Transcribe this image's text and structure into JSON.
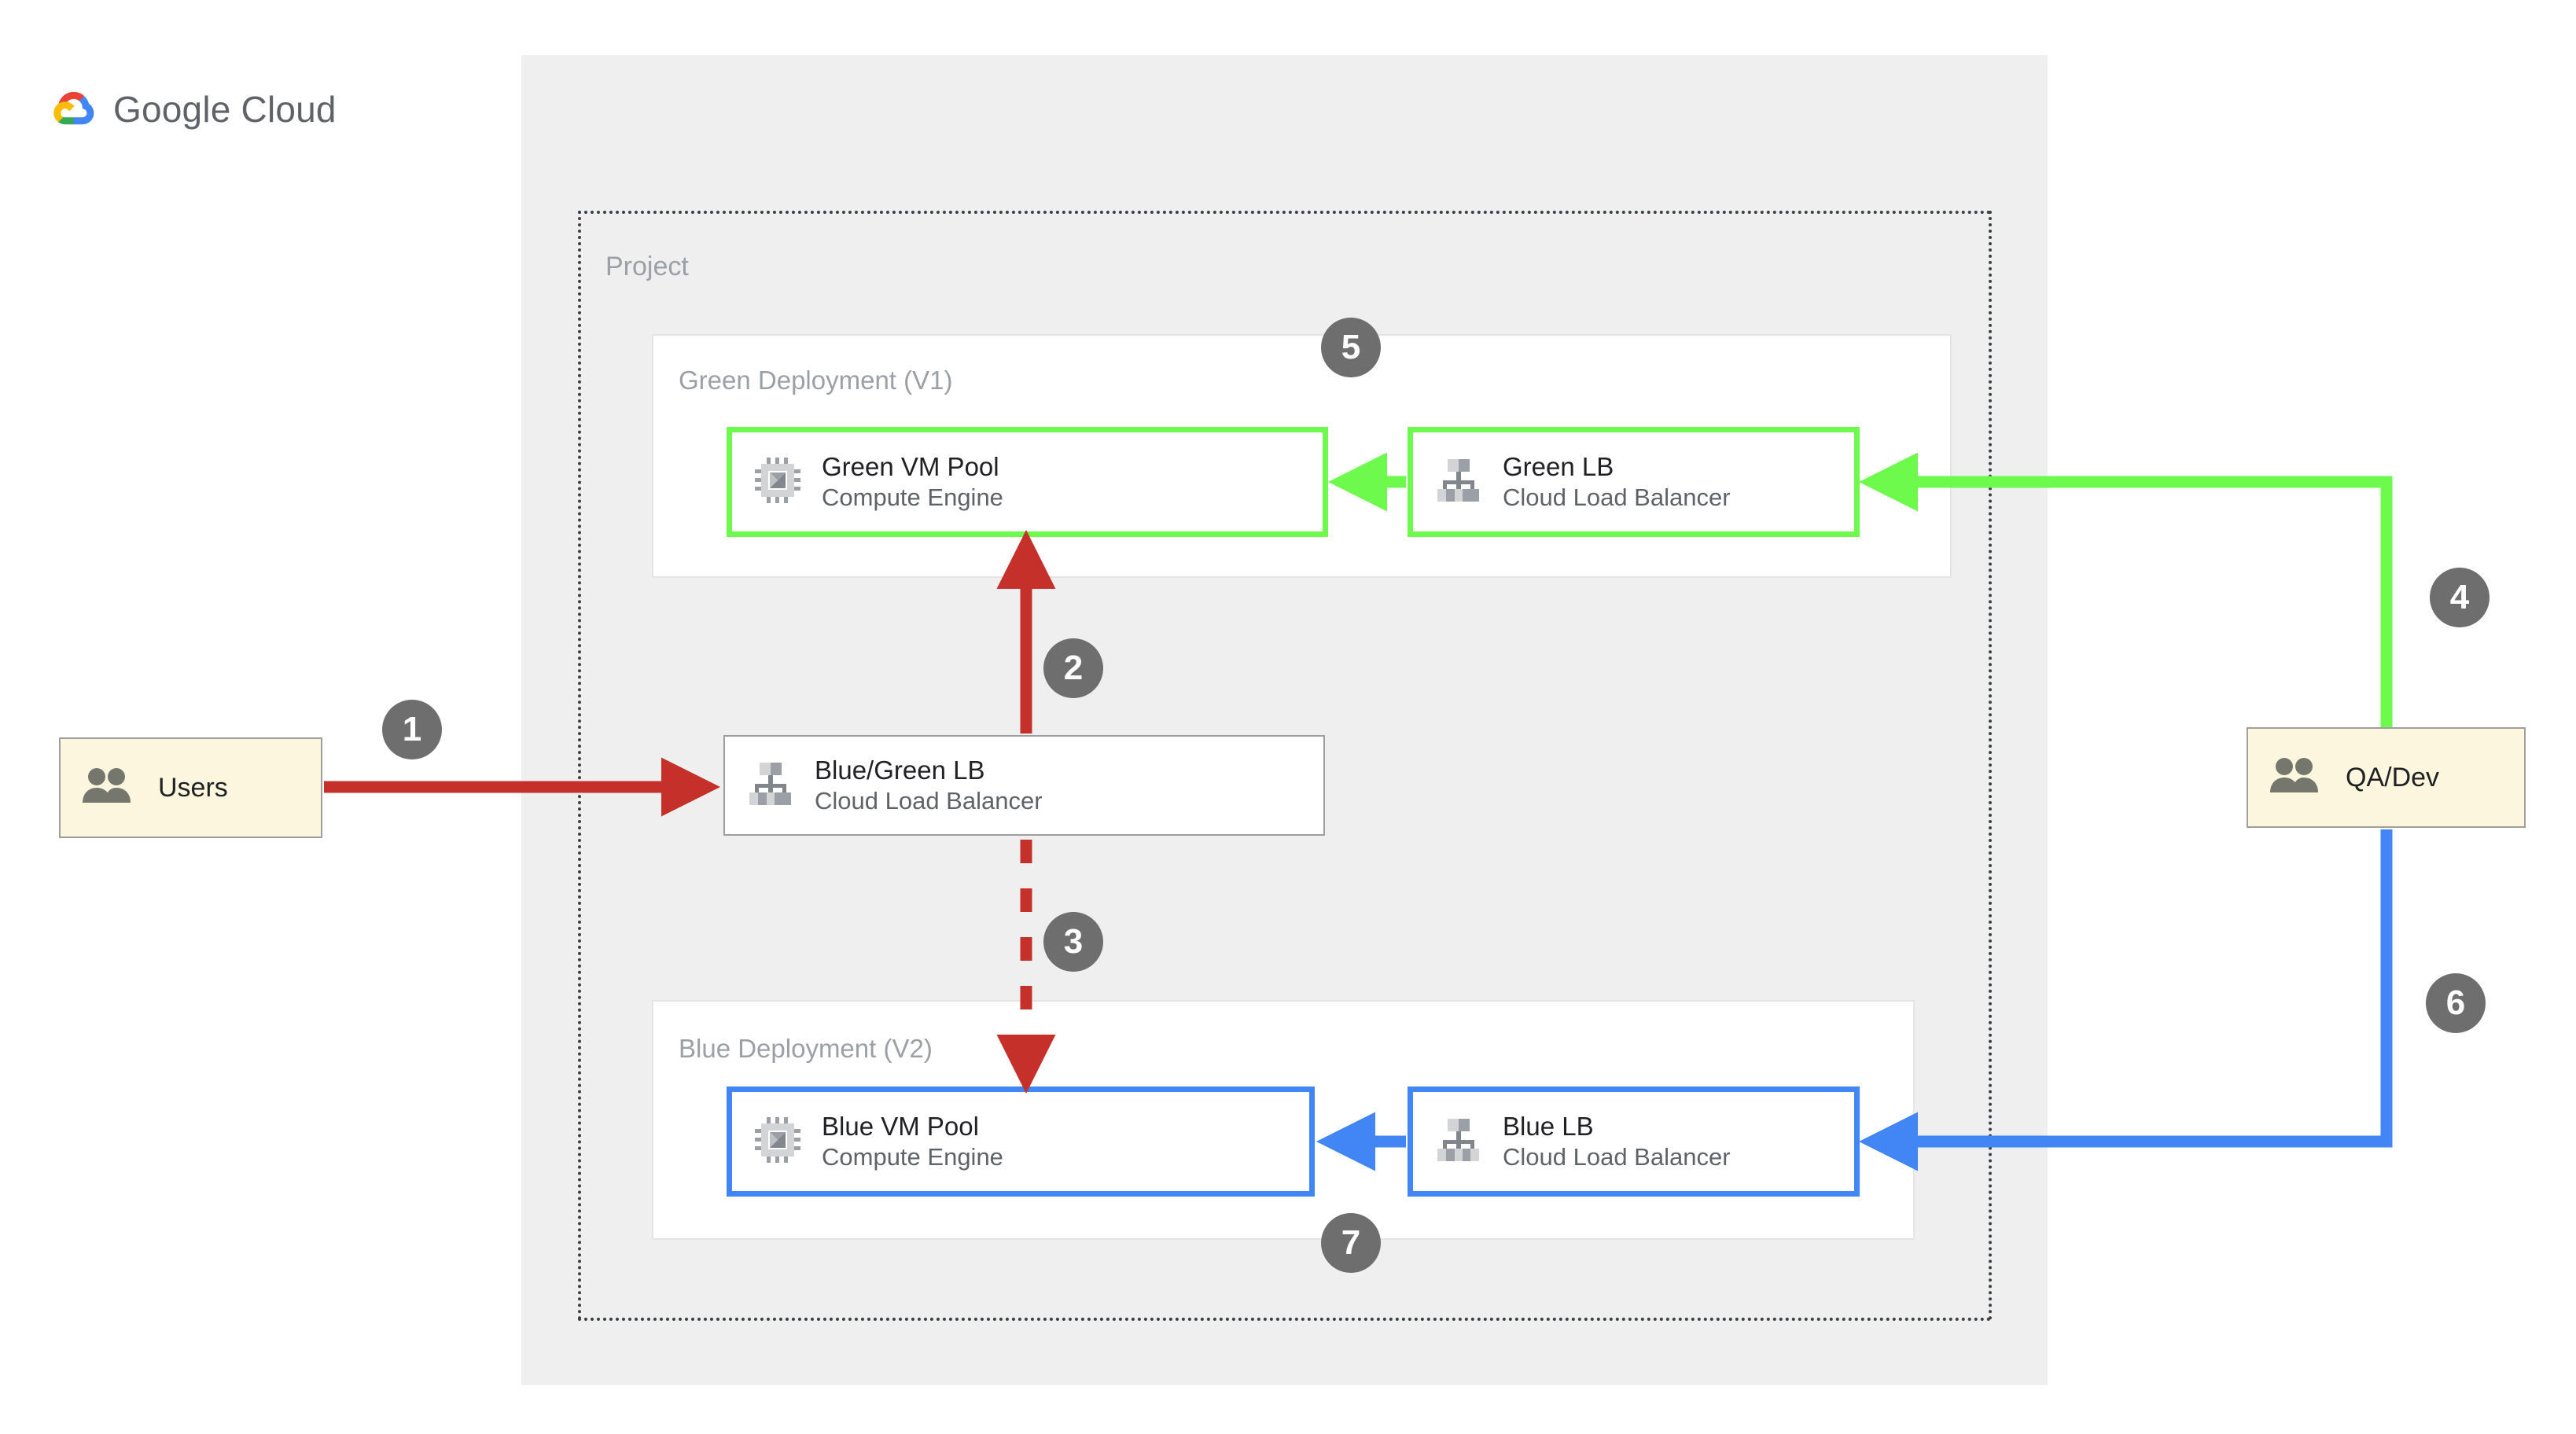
{
  "cloud": {
    "brand_word1": "Google",
    "brand_word2": "Cloud",
    "logo_icon": "google-cloud-logo-icon"
  },
  "project": {
    "label": "Project"
  },
  "groups": {
    "green": {
      "title": "Green Deployment (V1)"
    },
    "blue": {
      "title": "Blue Deployment (V2)"
    }
  },
  "nodes": {
    "green_vm": {
      "title": "Green VM Pool",
      "subtitle": "Compute Engine",
      "icon": "compute-engine-icon",
      "border_color": "#6efa4d"
    },
    "green_lb": {
      "title": "Green LB",
      "subtitle": "Cloud Load Balancer",
      "icon": "cloud-load-balancer-icon",
      "border_color": "#6efa4d"
    },
    "bg_lb": {
      "title": "Blue/Green LB",
      "subtitle": "Cloud Load Balancer",
      "icon": "cloud-load-balancer-icon",
      "border_color": "#9e9e9e"
    },
    "blue_vm": {
      "title": "Blue VM Pool",
      "subtitle": "Compute Engine",
      "icon": "compute-engine-icon",
      "border_color": "#4285f4"
    },
    "blue_lb": {
      "title": "Blue LB",
      "subtitle": "Cloud Load Balancer",
      "icon": "cloud-load-balancer-icon",
      "border_color": "#4285f4"
    }
  },
  "actors": {
    "users": {
      "label": "Users",
      "icon": "people-icon",
      "fill": "#fdf6de"
    },
    "qadev": {
      "label": "QA/Dev",
      "icon": "people-icon",
      "fill": "#fdf6de"
    }
  },
  "steps": [
    {
      "number": "1",
      "描": "users to blue/green lb",
      "style": "solid",
      "color": "#c5302a"
    },
    {
      "number": "2",
      "描": "blue/green lb to green vm pool",
      "style": "solid",
      "color": "#c5302a"
    },
    {
      "number": "3",
      "描": "blue/green lb to blue vm pool",
      "style": "dashed",
      "color": "#c5302a"
    },
    {
      "number": "4",
      "描": "qa/dev to green lb",
      "style": "solid",
      "color": "#6efa4d"
    },
    {
      "number": "5",
      "描": "green lb to green vm pool",
      "style": "solid",
      "color": "#6efa4d"
    },
    {
      "number": "6",
      "描": "qa/dev to blue lb",
      "style": "solid",
      "color": "#4285f4"
    },
    {
      "number": "7",
      "描": "blue lb to blue vm pool",
      "style": "solid",
      "color": "#4285f4"
    }
  ],
  "badges": {
    "b1": "1",
    "b2": "2",
    "b3": "3",
    "b4": "4",
    "b5": "5",
    "b6": "6",
    "b7": "7"
  },
  "colors": {
    "red": "#c5302a",
    "green": "#6efa4d",
    "blue": "#4285f4",
    "badge_gray": "#6e6e6e",
    "panel_gray": "#efefef",
    "actor_cream": "#fdf6de"
  }
}
